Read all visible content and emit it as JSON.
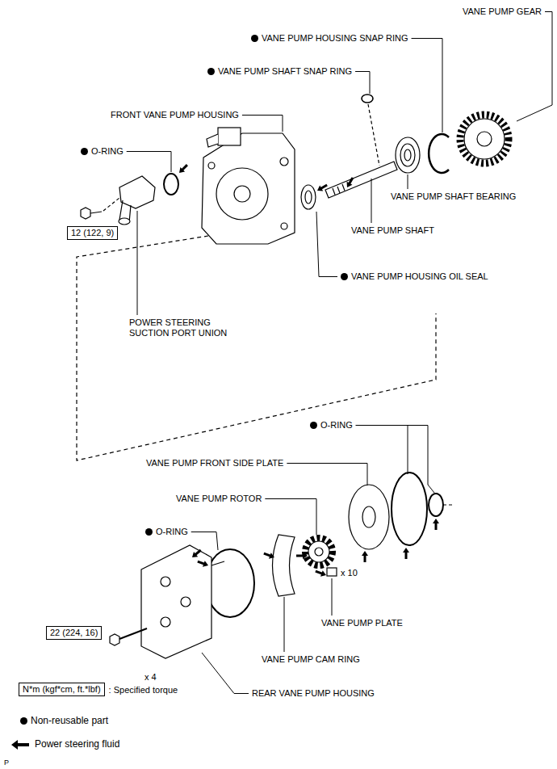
{
  "diagram": {
    "labels": [
      "VANE PUMP GEAR",
      "VANE PUMP HOUSING SNAP RING",
      "VANE PUMP SHAFT SNAP RING",
      "FRONT VANE PUMP HOUSING",
      "O-RING",
      "VANE PUMP SHAFT BEARING",
      "VANE PUMP SHAFT",
      "VANE PUMP HOUSING OIL SEAL",
      "POWER STEERING SUCTION PORT UNION",
      "12 (122, 9)",
      "O-RING",
      "VANE PUMP FRONT SIDE PLATE",
      "VANE PUMP ROTOR",
      "O-RING",
      "x 10",
      "VANE PUMP PLATE",
      "VANE PUMP CAM RING",
      "22 (224, 16)",
      "x 4",
      "REAR VANE PUMP HOUSING",
      "N*m (kgf*cm, ft.*lbf)",
      ": Specified torque",
      "P"
    ],
    "legend": [
      {
        "text": "Non-reusable part"
      },
      {
        "text": "Power steering fluid"
      }
    ]
  }
}
